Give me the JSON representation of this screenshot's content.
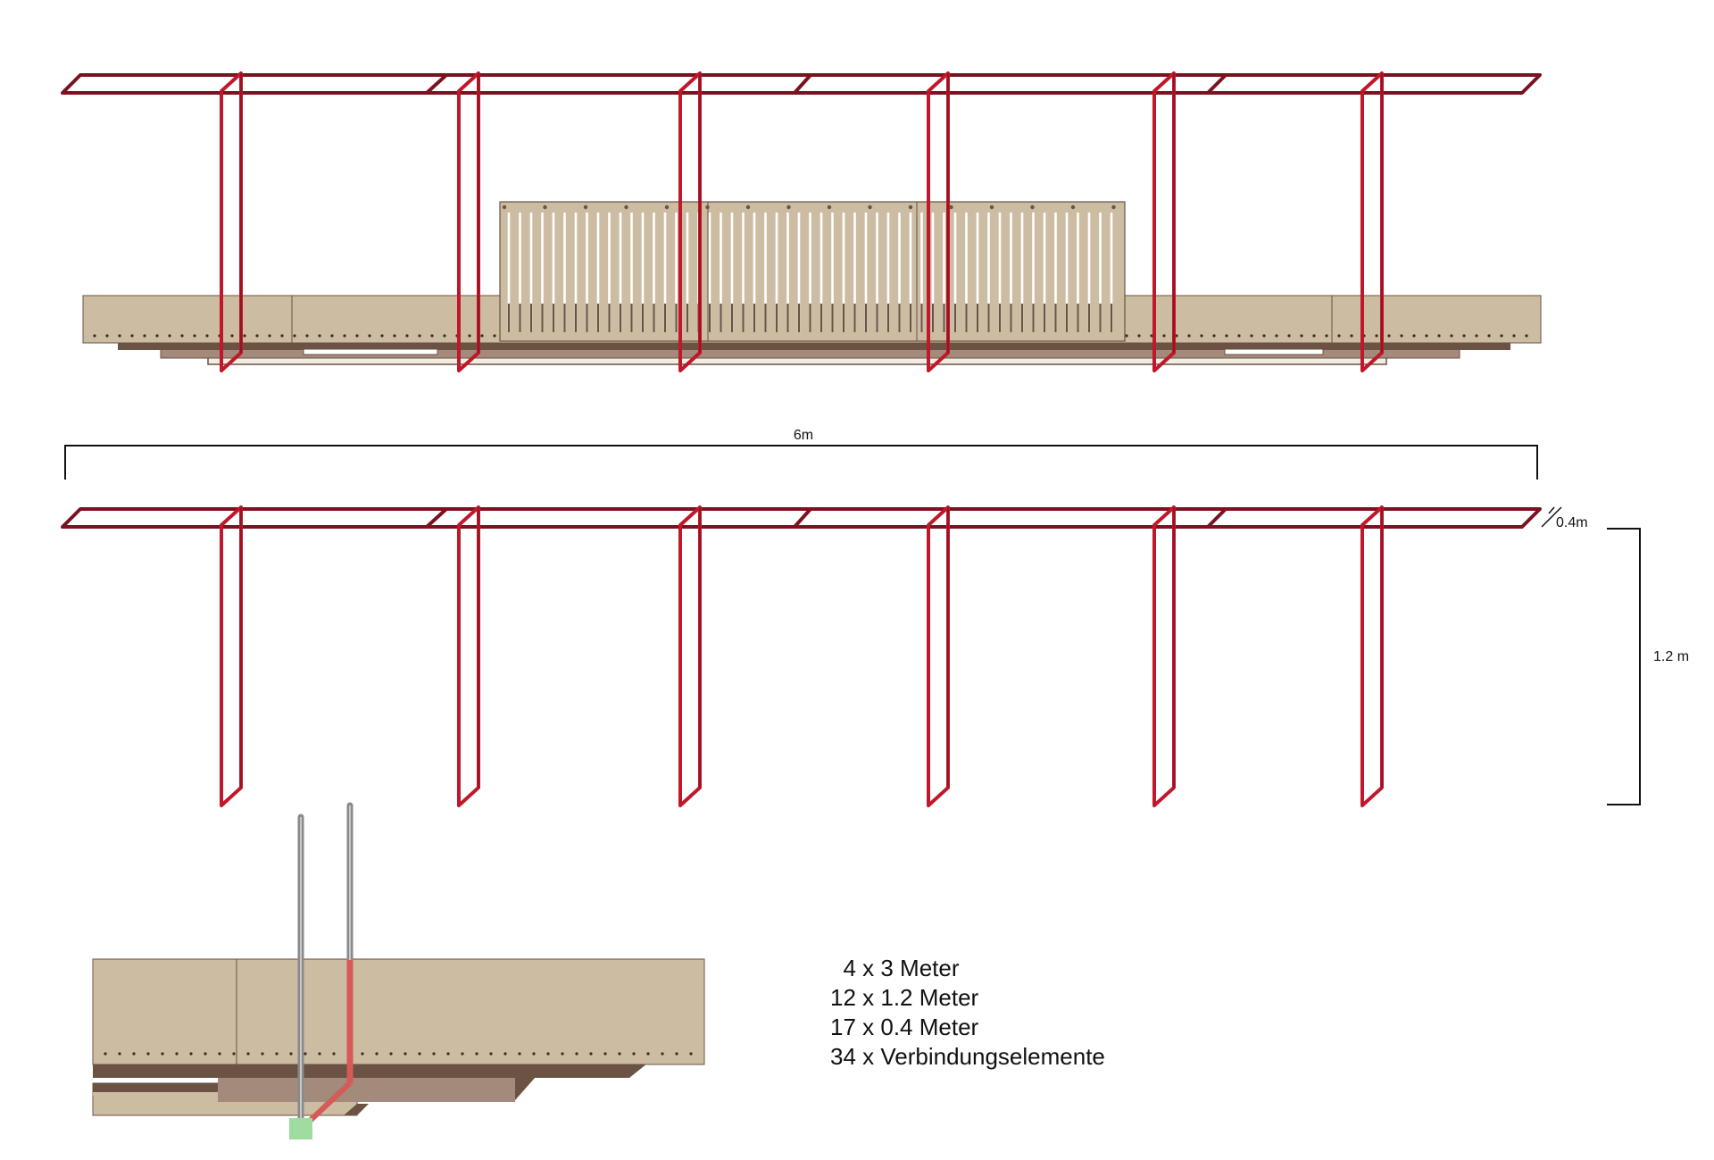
{
  "dimensions": {
    "length": "6m",
    "depth": "0.4m",
    "height": "1.2 m"
  },
  "parts_list": [
    "  4 x 3 Meter",
    "12 x 1.2 Meter",
    "17 x 0.4 Meter",
    "34 x Verbindungselemente"
  ],
  "colors": {
    "frame_red": "#c0182a",
    "frame_dark_red": "#7a1220",
    "board_tan": "#ccbca2",
    "board_shadow": "#6b5243",
    "board_mid": "#a48a7a",
    "pipe_grey": "#8a8a8a",
    "connector_green": "#9fdc9f"
  },
  "icons": [
    "red-steel-frame",
    "wooden-loom-board",
    "heddle-reed-panel",
    "grey-rod",
    "green-connector"
  ]
}
